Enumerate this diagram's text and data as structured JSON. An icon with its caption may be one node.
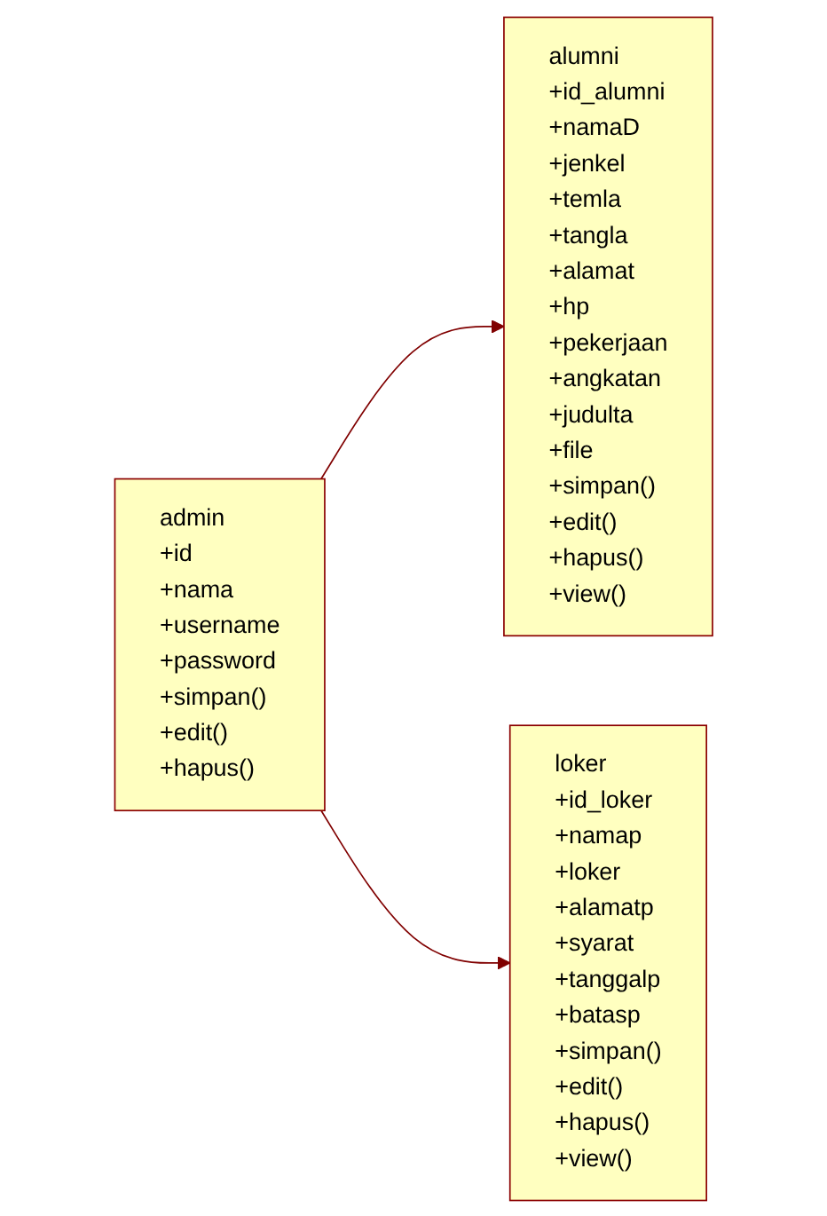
{
  "diagram": {
    "nodes": [
      {
        "text": [
          "admin",
          "+id",
          "+nama",
          "+username",
          "+password",
          "+simpan()",
          "+edit()",
          "+hapus()"
        ]
      },
      {
        "text": [
          "alumni",
          "+id_alumni",
          "+namaD",
          "+jenkel",
          "+temla",
          "+tangla",
          "+alamat",
          "+hp",
          "+pekerjaan",
          "+angkatan",
          "+judulta",
          "+file",
          "+simpan()",
          "+edit()",
          "+hapus()",
          "+view()"
        ]
      },
      {
        "text": [
          "loker",
          "+id_loker",
          "+namap",
          "+loker",
          "+alamatp",
          "+syarat",
          "+tanggalp",
          "+batasp",
          "+simpan()",
          "+edit()",
          "+hapus()",
          "+view()"
        ]
      }
    ],
    "edges": [
      {
        "from": 0,
        "to": 1,
        "arrow": "to"
      },
      {
        "from": 0,
        "to": 2,
        "arrow": "to"
      }
    ]
  }
}
